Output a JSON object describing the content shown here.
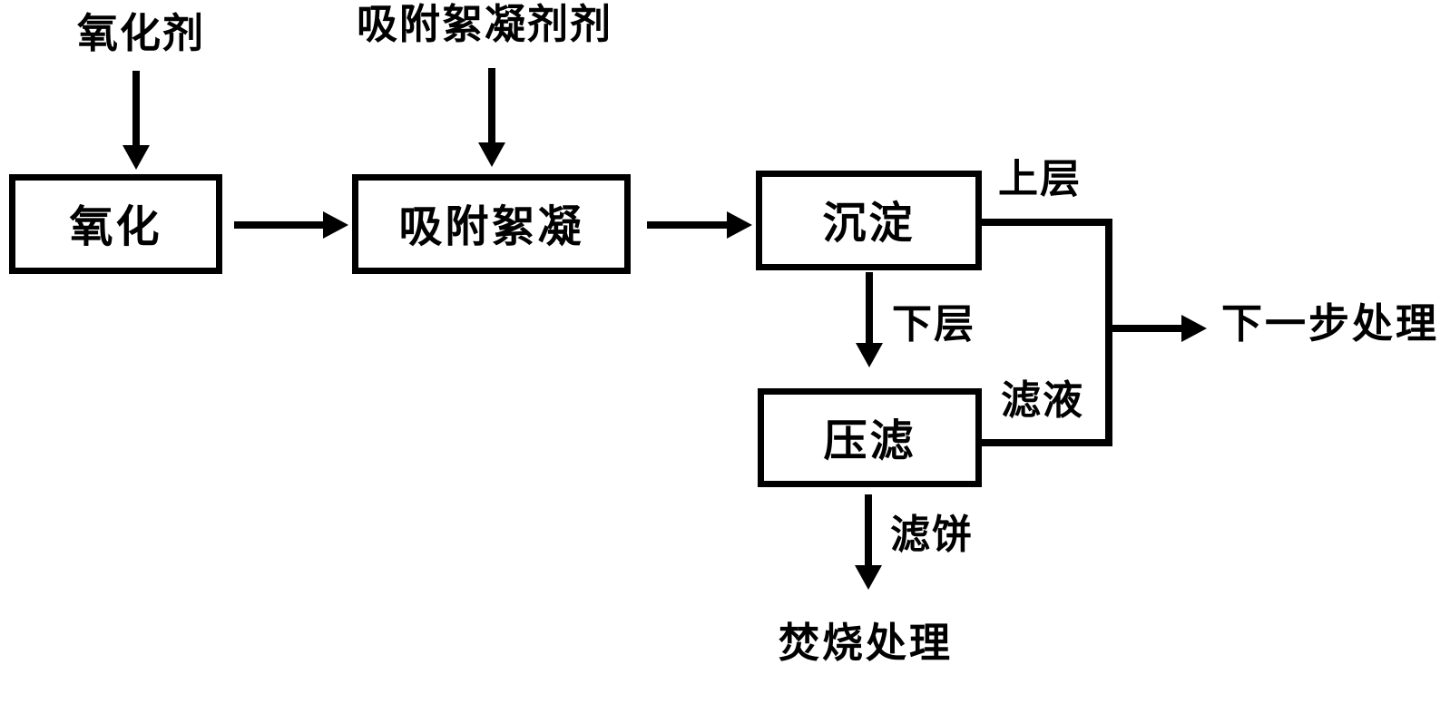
{
  "inputs": {
    "oxidant": "氧化剂",
    "flocculant": "吸附絮凝剂剂"
  },
  "process_boxes": {
    "oxidation": "氧化",
    "adsorption_flocculation": "吸附絮凝",
    "sedimentation": "沉淀",
    "press_filtration": "压滤"
  },
  "stream_labels": {
    "upper_layer": "上层",
    "lower_layer": "下层",
    "filtrate": "滤液",
    "filter_cake": "滤饼"
  },
  "terminals": {
    "next_step_treatment": "下一步处理",
    "incineration_treatment": "焚烧处理"
  },
  "colors": {
    "line": "#000000",
    "background": "#ffffff"
  },
  "flow_edges": [
    {
      "from": "氧化剂",
      "to": "氧化",
      "label": ""
    },
    {
      "from": "吸附絮凝剂剂",
      "to": "吸附絮凝",
      "label": ""
    },
    {
      "from": "氧化",
      "to": "吸附絮凝",
      "label": ""
    },
    {
      "from": "吸附絮凝",
      "to": "沉淀",
      "label": ""
    },
    {
      "from": "沉淀",
      "to": "下一步处理",
      "label": "上层"
    },
    {
      "from": "沉淀",
      "to": "压滤",
      "label": "下层"
    },
    {
      "from": "压滤",
      "to": "下一步处理",
      "label": "滤液"
    },
    {
      "from": "压滤",
      "to": "焚烧处理",
      "label": "滤饼"
    }
  ]
}
